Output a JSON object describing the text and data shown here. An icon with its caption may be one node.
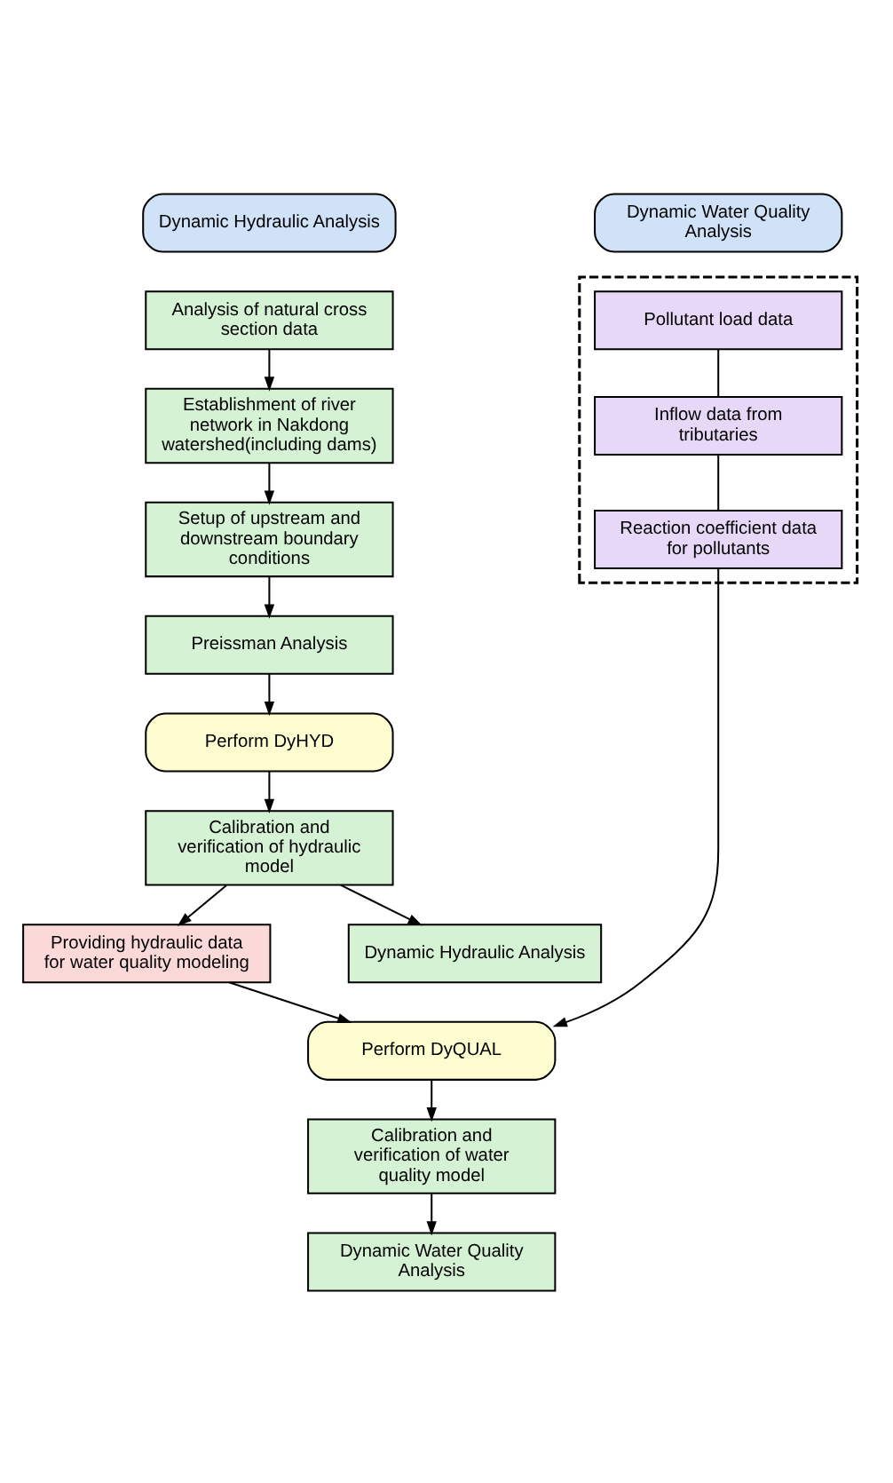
{
  "diagram": {
    "nodes": [
      {
        "text": [
          "Dynamic Hydraulic Analysis"
        ]
      },
      {
        "text": [
          "Dynamic Water Quality Analysis"
        ]
      },
      {
        "text": [
          "Analysis of natural cross section data"
        ]
      },
      {
        "text": [
          "Establishment of river network in Nakdong watershed(including dams)"
        ]
      },
      {
        "text": [
          "Setup of upstream and downstream boundary conditions"
        ]
      },
      {
        "text": [
          "Preissman Analysis"
        ]
      },
      {
        "text": [
          "Perform DyHYD"
        ]
      },
      {
        "text": [],
        "shape": "box"
      },
      {
        "text": [
          "Pollutant load data"
        ],
        "in": 7
      },
      {
        "text": [
          "Inflow data from tributaries"
        ],
        "in": 7
      },
      {
        "text": [
          "Reaction coefficient data for pollutants"
        ],
        "in": 7
      },
      {
        "text": [
          "Calibration and verification of hydraulic model"
        ]
      },
      {
        "text": [
          "Providing hydraulic data for water quality modeling"
        ]
      },
      {
        "text": [
          "Dynamic Hydraulic Analysis"
        ]
      },
      {
        "text": [
          "Perform DyQUAL"
        ]
      },
      {
        "text": [
          "Calibration and verification of water quality model"
        ]
      },
      {
        "text": [
          "Dynamic Water Quality Analysis"
        ]
      }
    ],
    "edges": [
      {
        "from": 2,
        "to": 3,
        "arrow": "to"
      },
      {
        "from": 3,
        "to": 4,
        "arrow": "to"
      },
      {
        "from": 4,
        "to": 5,
        "arrow": "to"
      },
      {
        "from": 5,
        "to": 6,
        "arrow": "to"
      },
      {
        "from": 6,
        "to": 11,
        "arrow": "to"
      },
      {
        "from": 11,
        "to": 13,
        "arrow": "to"
      },
      {
        "from": 11,
        "to": 12,
        "arrow": "to"
      },
      {
        "from": 8,
        "to": 9,
        "arrow": "none"
      },
      {
        "from": 9,
        "to": 10,
        "arrow": "none"
      },
      {
        "from": 10,
        "to": 14,
        "arrow": "to"
      },
      {
        "from": 12,
        "to": 14,
        "arrow": "to"
      },
      {
        "from": 14,
        "to": 15,
        "arrow": "to"
      },
      {
        "from": 15,
        "to": 16,
        "arrow": "to"
      }
    ]
  }
}
